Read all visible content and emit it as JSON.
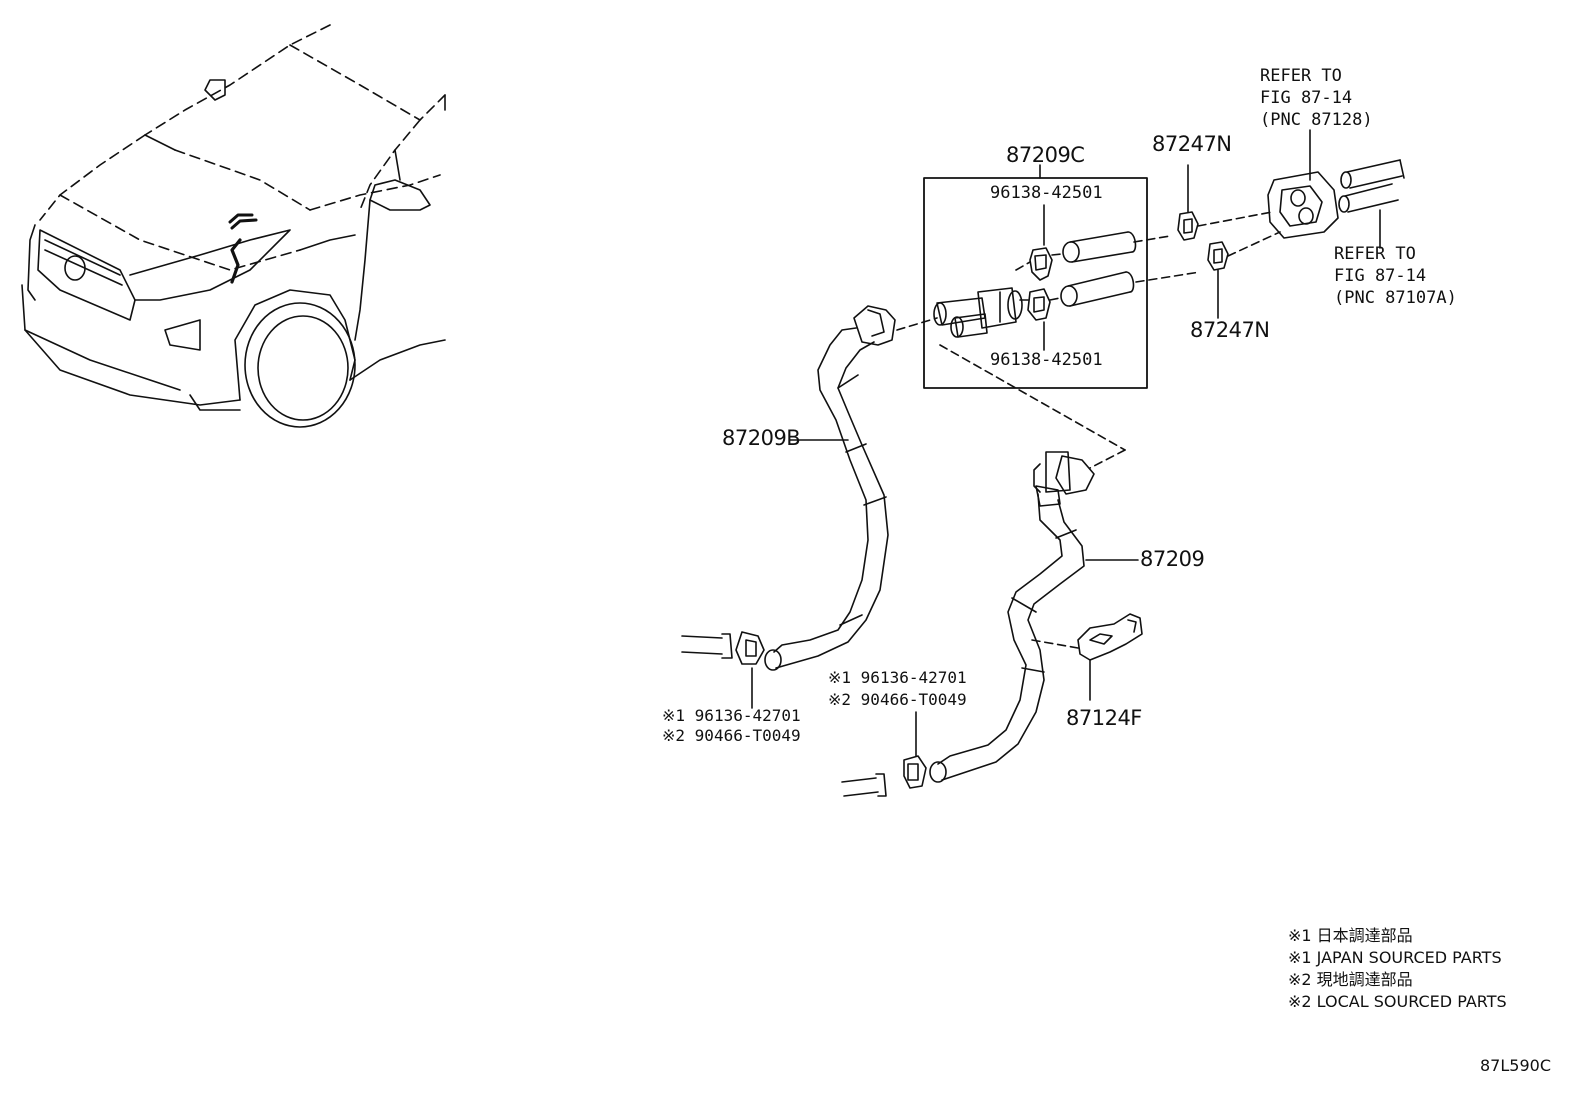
{
  "labels": {
    "assy_group": "87209C",
    "clip_a_upper": "96138-42501",
    "clip_a_lower": "96138-42501",
    "clamp_upper": "87247N",
    "clamp_lower": "87247N",
    "refer_upper_1": "REFER TO",
    "refer_upper_2": "FIG 87-14",
    "refer_upper_3": "(PNC 87128)",
    "refer_lower_1": "REFER TO",
    "refer_lower_2": "FIG 87-14",
    "refer_lower_3": "(PNC 87107A)",
    "hose_b": "87209B",
    "hose_main": "87209",
    "bracket": "87124F",
    "left_clip_1": "※1 96136-42701",
    "left_clip_2": "※2 90466-T0049",
    "mid_clip_1": "※1 96136-42701",
    "mid_clip_2": "※2 90466-T0049"
  },
  "notes": [
    "※1 日本調達部品",
    "※1 JAPAN SOURCED PARTS",
    "※2 現地調達部品",
    "※2 LOCAL SOURCED PARTS"
  ],
  "figure_code": "87L590C"
}
